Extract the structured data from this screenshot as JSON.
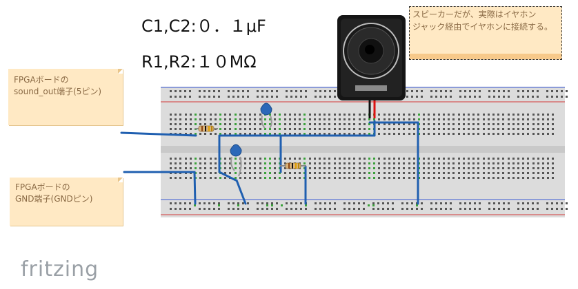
{
  "labels": {
    "capacitance": "C1,C2:０．１μF",
    "resistance": "R1,R2:１０MΩ"
  },
  "notes": {
    "fpga_sound": {
      "line1": "FPGAボードの",
      "line2": "sound_out端子(5ピン)"
    },
    "fpga_gnd": {
      "line1": "FPGAボードの",
      "line2": "GND端子(GNDピン)"
    },
    "speaker": {
      "line1": "スピーカーだが、実際はイヤホン",
      "line2": "ジャック経由でイヤホンに接続する。"
    }
  },
  "logo": "fritzing",
  "colors": {
    "wire": "#1f5fb0",
    "rail_red": "#d33a3a",
    "rail_blue": "#3a5ad3",
    "board": "#dcdcdc",
    "note_bg": "#ffe9c4",
    "capacitor": "#2b68b8"
  },
  "icons": {
    "speaker": "speaker-icon",
    "capacitor": "ceramic-capacitor-icon",
    "resistor": "resistor-icon"
  }
}
